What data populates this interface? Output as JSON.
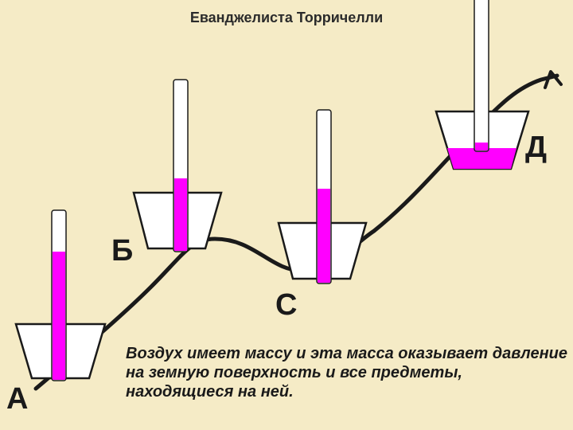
{
  "title": "Еванджелиста Торричелли",
  "points": {
    "a": "А",
    "b": "Б",
    "c": "С",
    "d": "Д"
  },
  "caption": "Воздух имеет массу и эта масса оказывает давление на земную поверхность и все предметы, находящиеся на ней.",
  "colors": {
    "background": "#f5ebc6",
    "mercury": "#ff00ff",
    "outline": "#1a1a1a"
  }
}
